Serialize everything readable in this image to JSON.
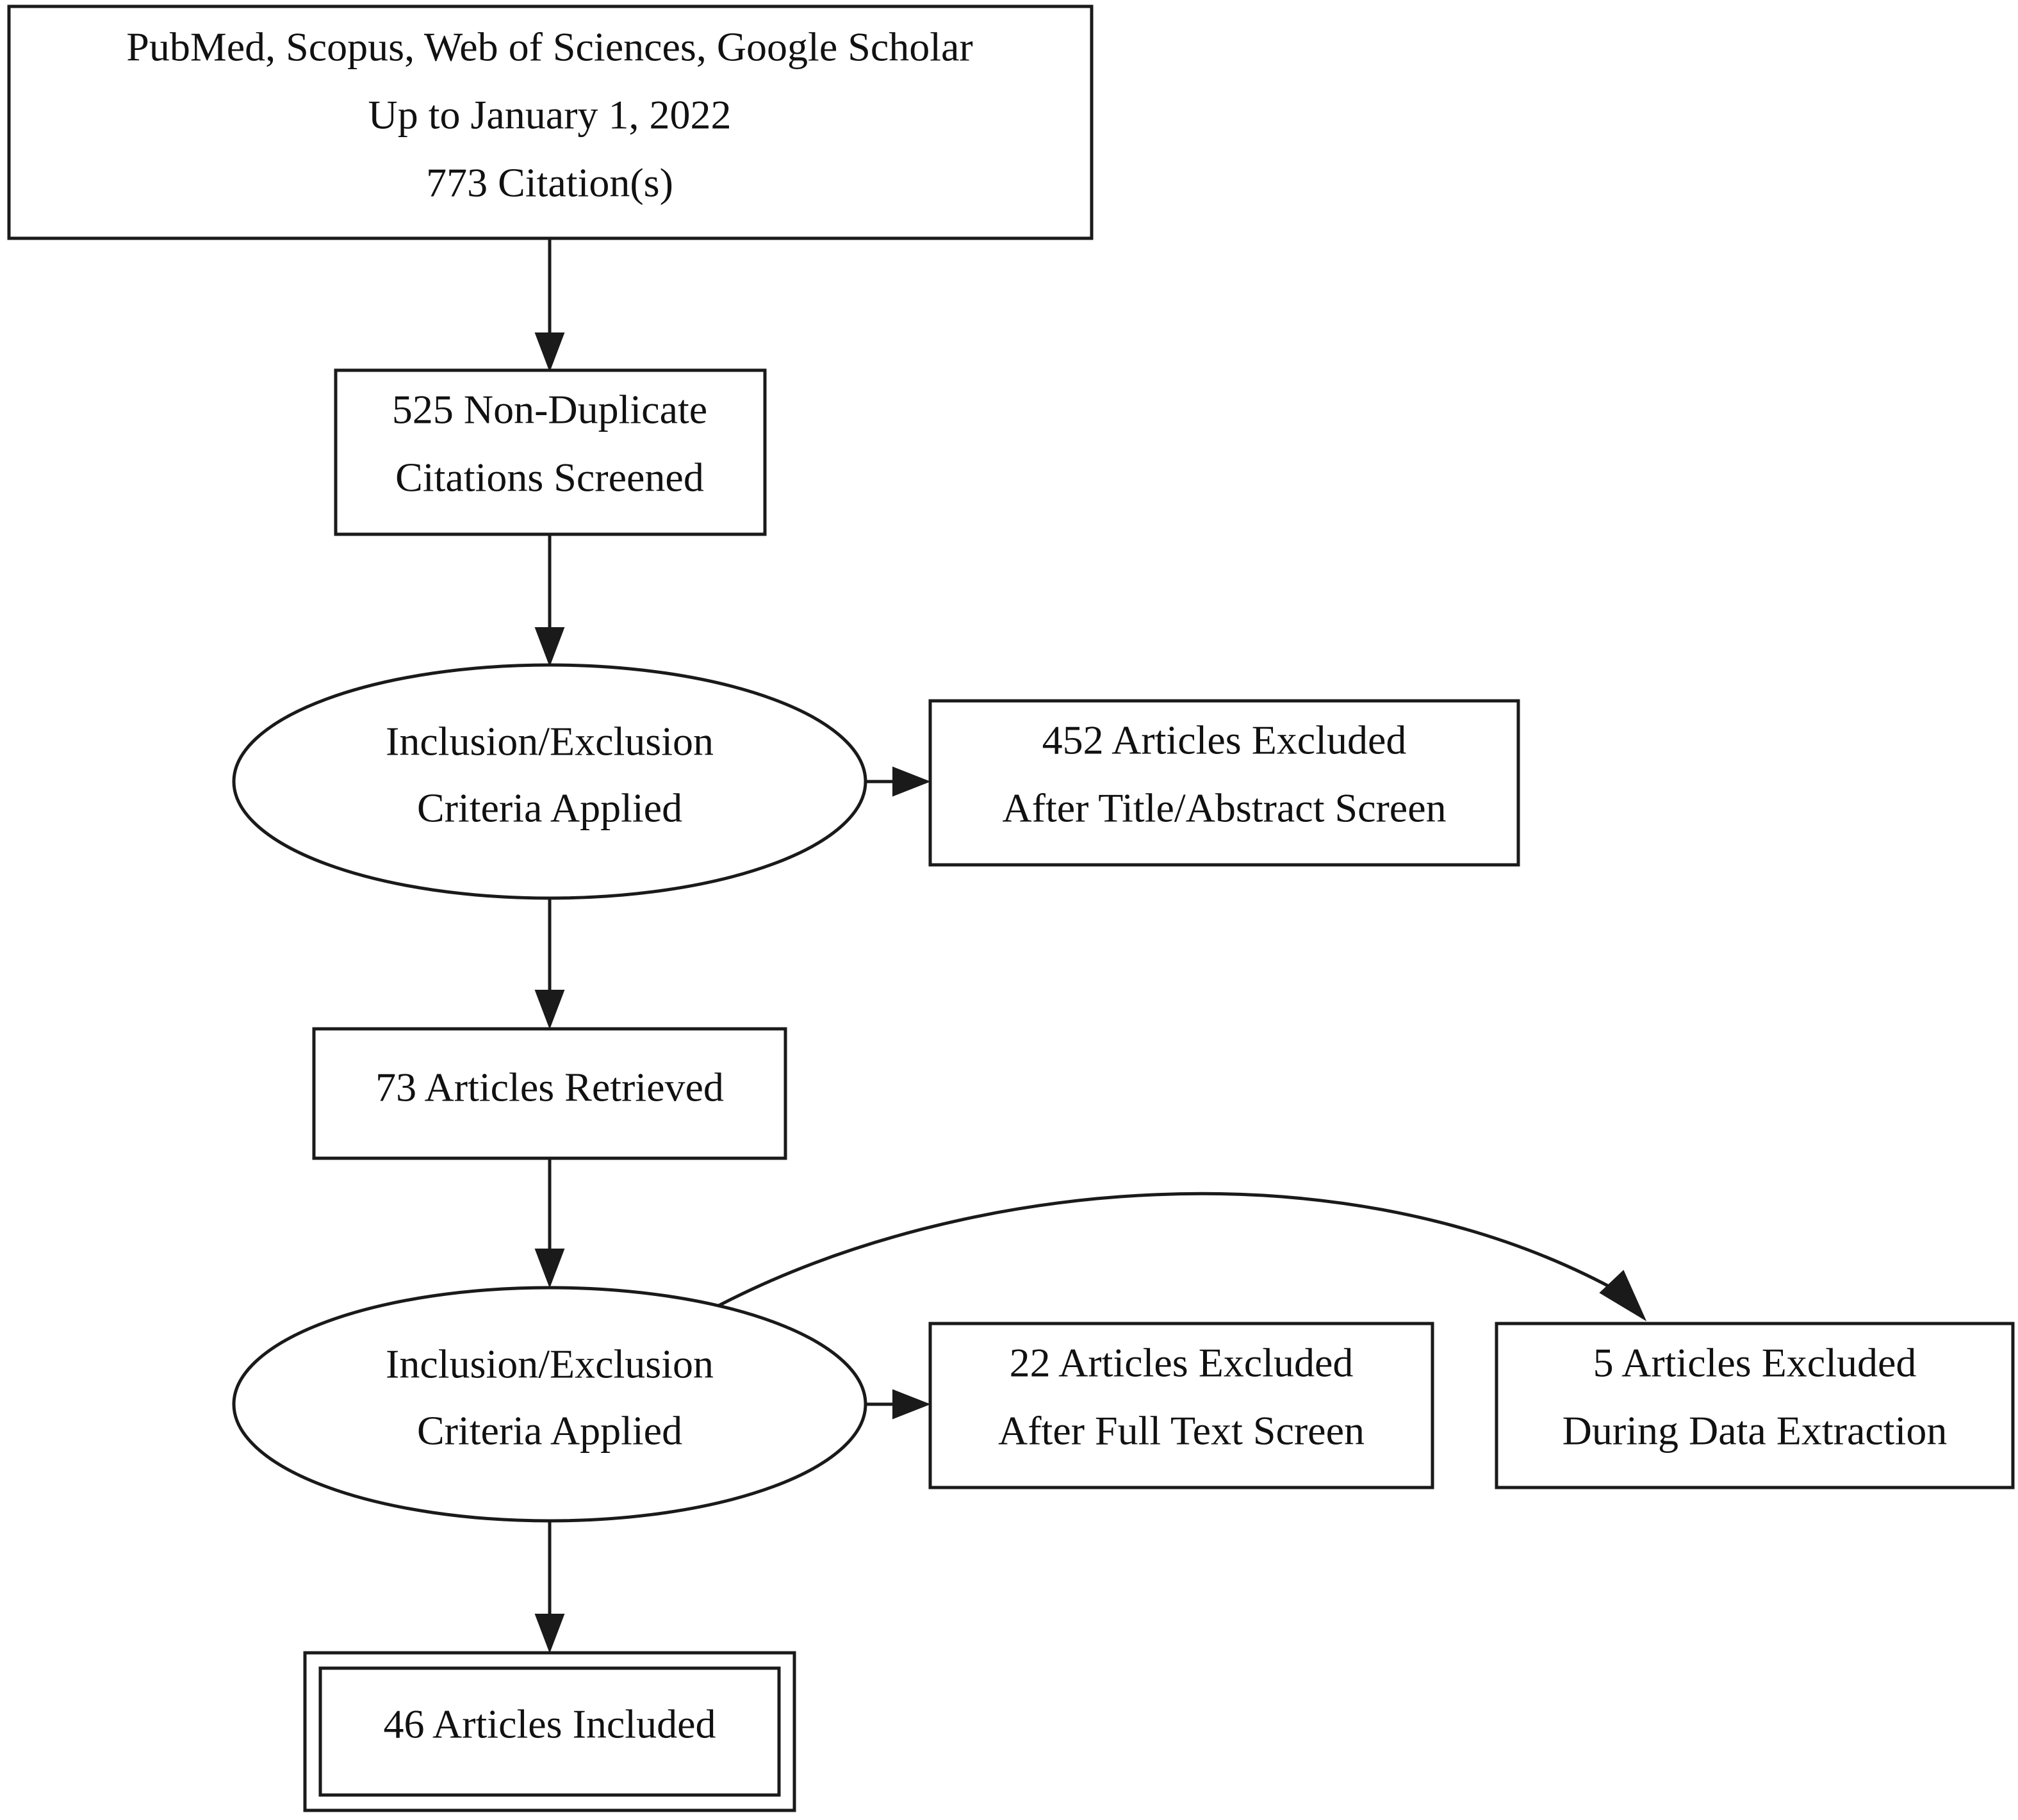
{
  "nodes": {
    "search": {
      "lines": [
        "PubMed, Scopus, Web of Sciences, Google Scholar",
        "Up to January 1, 2022",
        "773 Citation(s)"
      ]
    },
    "screened": {
      "lines": [
        "525 Non-Duplicate",
        "Citations Screened"
      ]
    },
    "criteria_1": {
      "lines": [
        "Inclusion/Exclusion",
        "Criteria Applied"
      ]
    },
    "excluded_title": {
      "lines": [
        "452 Articles Excluded",
        "After Title/Abstract Screen"
      ]
    },
    "retrieved": {
      "lines": [
        "73 Articles Retrieved"
      ]
    },
    "criteria_2": {
      "lines": [
        "Inclusion/Exclusion",
        "Criteria Applied"
      ]
    },
    "excluded_fulltext": {
      "lines": [
        "22 Articles Excluded",
        "After Full Text Screen"
      ]
    },
    "excluded_extraction": {
      "lines": [
        "5 Articles Excluded",
        "During Data Extraction"
      ]
    },
    "included": {
      "lines": [
        "46 Articles Included"
      ]
    }
  }
}
